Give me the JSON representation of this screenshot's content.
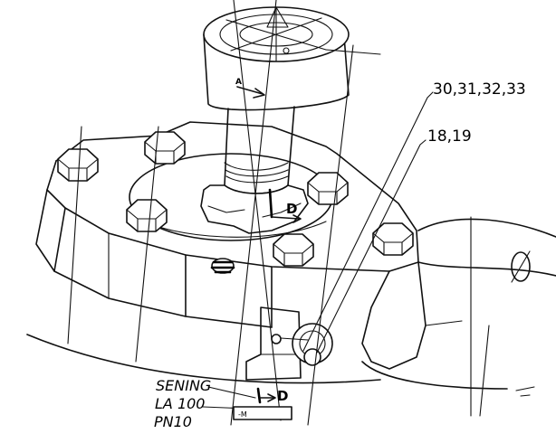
{
  "labels": {
    "callout_main": "30,31,32,33",
    "callout_secondary": "18,19",
    "view_marker_upper": "D",
    "view_marker_lower": "D",
    "arrow_marker": "A",
    "stamp_line1": "SENING",
    "stamp_line2": "LA 100",
    "stamp_line3": "PN10",
    "stamp_box": "-M"
  }
}
